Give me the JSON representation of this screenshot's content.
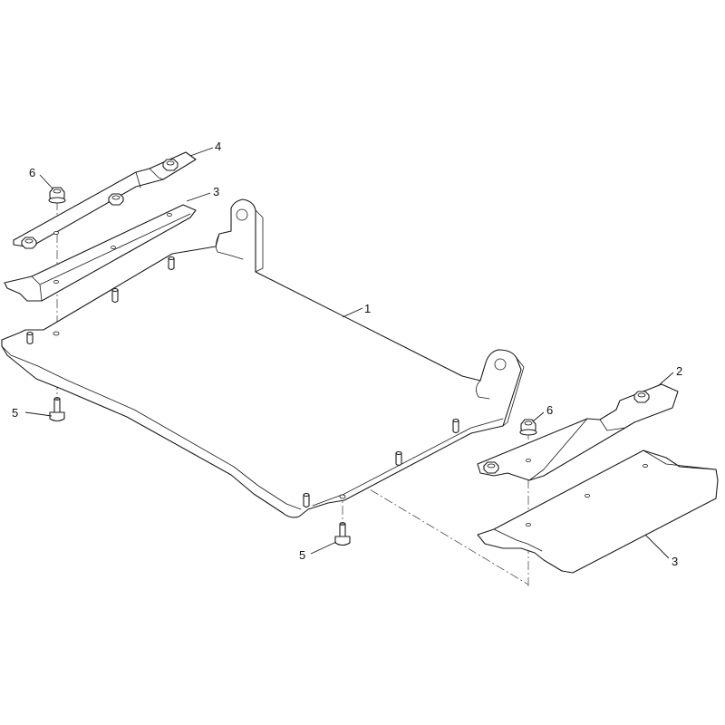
{
  "callouts": [
    {
      "id": "part-1-label",
      "text": "1"
    },
    {
      "id": "part-2-label",
      "text": "2"
    },
    {
      "id": "part-3-left-label",
      "text": "3"
    },
    {
      "id": "part-3-right-label",
      "text": "3"
    },
    {
      "id": "part-4-label",
      "text": "4"
    },
    {
      "id": "part-5-left-label",
      "text": "5"
    },
    {
      "id": "part-5-center-label",
      "text": "5"
    },
    {
      "id": "part-6-left-label",
      "text": "6"
    },
    {
      "id": "part-6-right-label",
      "text": "6"
    }
  ],
  "colors": {
    "line": "#1a1a1a",
    "background": "#ffffff"
  }
}
